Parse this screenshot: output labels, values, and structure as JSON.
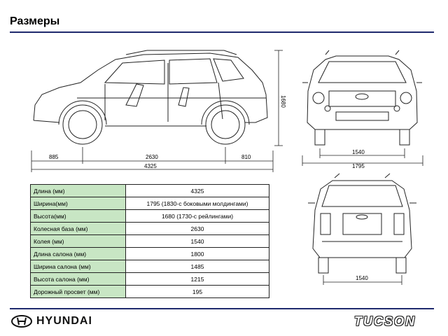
{
  "page": {
    "title": "Размеры"
  },
  "side_view": {
    "dims": {
      "front_overhang": "885",
      "wheelbase": "2630",
      "rear_overhang": "810",
      "length": "4325",
      "height": "1680"
    }
  },
  "front_view": {
    "dims": {
      "track": "1540",
      "width": "1795"
    }
  },
  "rear_view": {
    "dims": {
      "track": "1540"
    }
  },
  "specs": {
    "rows": [
      {
        "label": "Длина (мм)",
        "value": "4325"
      },
      {
        "label": "Ширина(мм)",
        "value": "1795 (1830-с боковыми молдингами)"
      },
      {
        "label": "Высота(мм)",
        "value": "1680 (1730-с рейлингами)"
      },
      {
        "label": "Колесная база (мм)",
        "value": "2630"
      },
      {
        "label": "Колея (мм)",
        "value": "1540"
      },
      {
        "label": "Длина салона (мм)",
        "value": "1800"
      },
      {
        "label": "Ширина салона (мм)",
        "value": "1485"
      },
      {
        "label": "Высота салона (мм)",
        "value": "1215"
      },
      {
        "label": "Дорожный просвет (мм)",
        "value": "195"
      }
    ]
  },
  "footer": {
    "brand": "HYUNDAI",
    "model": "TUCSON"
  }
}
